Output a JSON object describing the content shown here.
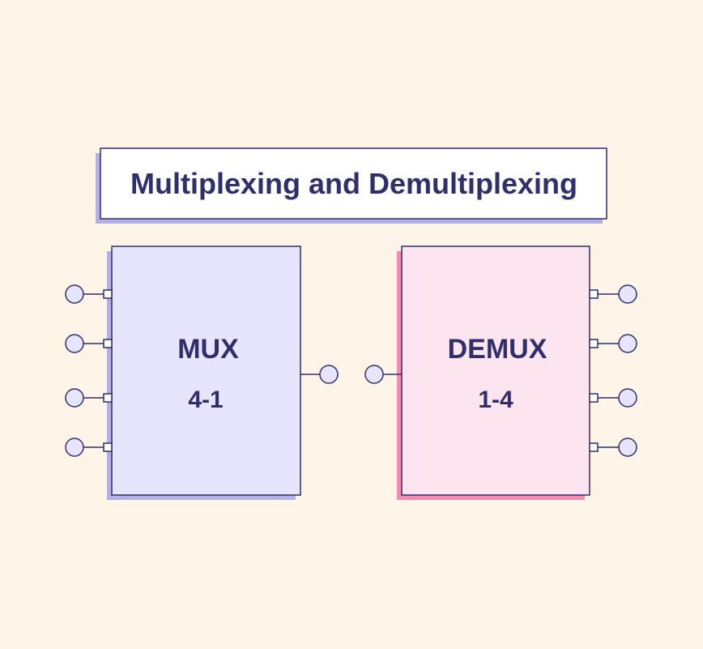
{
  "title": "Multiplexing and Demultiplexing",
  "mux": {
    "label": "MUX",
    "ratio": "4-1",
    "inputs": 4,
    "outputs": 1
  },
  "demux": {
    "label": "DEMUX",
    "ratio": "1-4",
    "inputs": 1,
    "outputs": 4
  },
  "colors": {
    "background": "#fef5e8",
    "ink": "#2f2f6b",
    "mux_fill": "#e6e5fd",
    "mux_shadow": "#b3b0e6",
    "demux_fill": "#fde5ef",
    "demux_shadow": "#f58bb0",
    "pin_fill": "#e6e5fd"
  }
}
